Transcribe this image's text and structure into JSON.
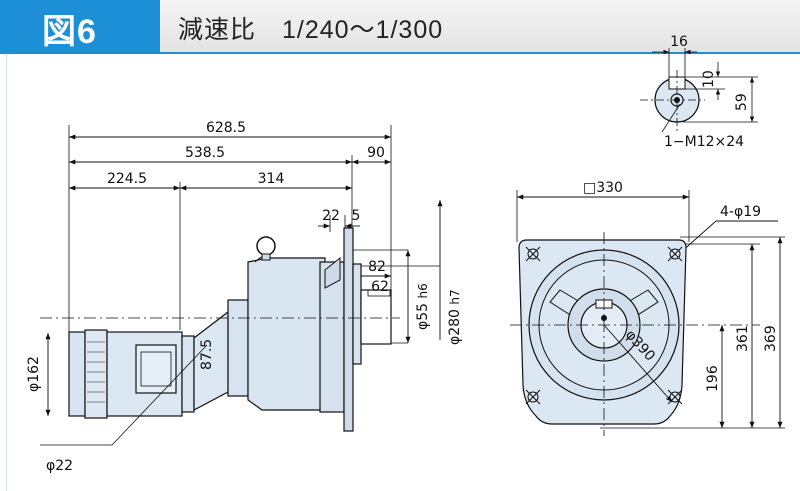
{
  "figure": {
    "number": "図6",
    "title": "減速比　1/240～1/300"
  },
  "side_view": {
    "dims": {
      "overall_length": "628.5",
      "length_to_flange": "538.5",
      "shaft_length": "90",
      "motor_length": "224.5",
      "gear_length": "314",
      "flange_thickness_a": "22",
      "flange_thickness_b": "5",
      "shaft_extent": "82",
      "key_length": "62",
      "shaft_dia": "φ55",
      "shaft_fit": "h6",
      "pilot_dia": "φ280",
      "pilot_fit": "h7",
      "motor_dia": "φ162",
      "center_offset": "87.5",
      "cable_dia": "φ22"
    }
  },
  "shaft_detail": {
    "dims": {
      "key_width": "16",
      "key_depth": "10",
      "shaft_height": "59",
      "tap": "1−M12×24"
    }
  },
  "front_view": {
    "dims": {
      "flange_square": "□330",
      "bolt_holes": "4-φ19",
      "pcd": "φ390",
      "center_height": "196",
      "height_a": "361",
      "height_b": "369"
    }
  }
}
